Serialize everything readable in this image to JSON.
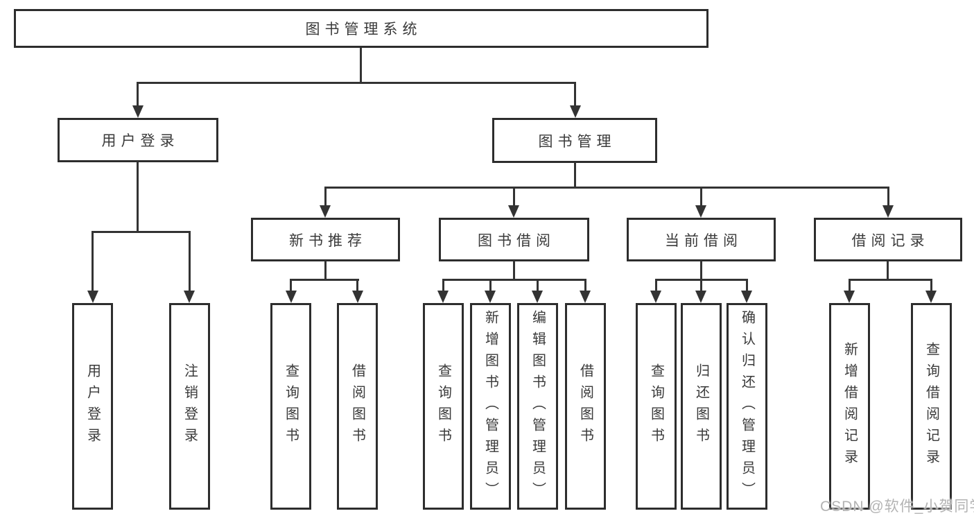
{
  "title": "图书管理系统",
  "tree": {
    "label": "图书管理系统",
    "children": [
      {
        "label": "用户登录",
        "children": [
          {
            "label": "用户登录"
          },
          {
            "label": "注销登录"
          }
        ]
      },
      {
        "label": "图书管理",
        "children": [
          {
            "label": "新书推荐",
            "children": [
              {
                "label": "查询图书"
              },
              {
                "label": "借阅图书"
              }
            ]
          },
          {
            "label": "图书借阅",
            "children": [
              {
                "label": "查询图书"
              },
              {
                "label": "新增图书（管理员）"
              },
              {
                "label": "编辑图书（管理员）"
              },
              {
                "label": "借阅图书"
              }
            ]
          },
          {
            "label": "当前借阅",
            "children": [
              {
                "label": "查询图书"
              },
              {
                "label": "归还图书"
              },
              {
                "label": "确认归还（管理员）"
              }
            ]
          },
          {
            "label": "借阅记录",
            "children": [
              {
                "label": "新增借阅记录"
              },
              {
                "label": "查询借阅记录"
              }
            ]
          }
        ]
      }
    ]
  },
  "watermark": {
    "text": "CSDN @软件_小贺同学"
  },
  "colors": {
    "line": "#333333",
    "box_border": "#2d2d2d",
    "text": "#3a3a3a",
    "watermark": "#b3b3b3",
    "background": "#ffffff"
  }
}
